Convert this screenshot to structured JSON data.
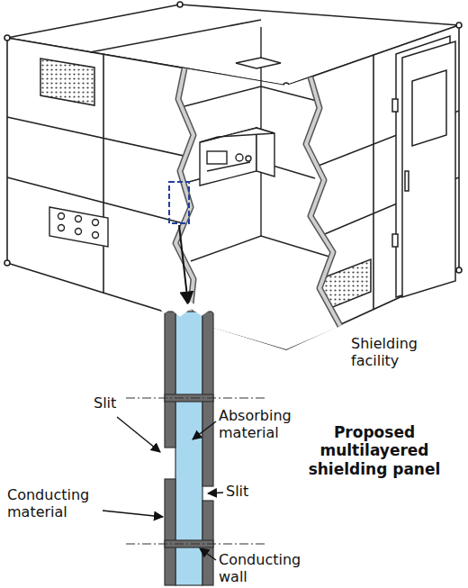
{
  "diagram": {
    "labels": [
      "Shielding facility",
      "Slit",
      "Absorbing material",
      "Slit",
      "Conducting material",
      "Conducting wall",
      "Proposed multilayered shielding panel"
    ]
  }
}
